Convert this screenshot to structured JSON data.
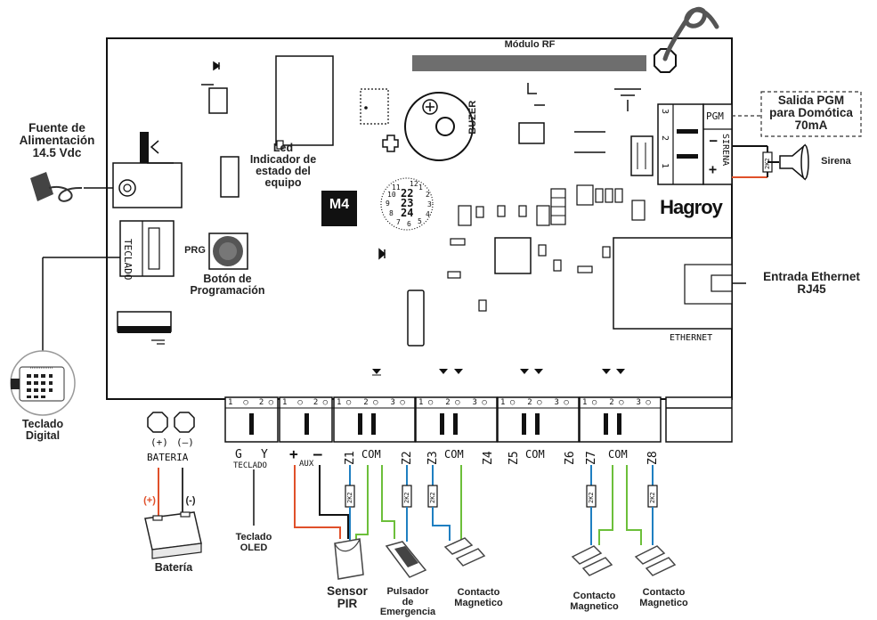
{
  "labels": {
    "modulo_rf": "Módulo RF",
    "buzer": "BUZER",
    "m4": "M4",
    "brand": "Hagroy",
    "prg": "PRG",
    "teclado_board": "TECLADO",
    "ethernet": "ETHERNET",
    "pgm": "PGM",
    "sirena_board": "SIRENA",
    "led_lines": [
      "Led",
      "Indicador de",
      "estado del",
      "equipo"
    ],
    "boton_lines": [
      "Botón de",
      "Programación"
    ],
    "fuente_lines": [
      "Fuente de",
      "Alimentación",
      "14.5 Vdc"
    ],
    "salida_pgm_lines": [
      "Salida PGM",
      "para Domótica",
      "70mA"
    ],
    "sirena": "Sirena",
    "entrada_eth_lines": [
      "Entrada Ethernet",
      "RJ45"
    ],
    "teclado_digital_lines": [
      "Teclado",
      "Digital"
    ],
    "bateria": "Batería",
    "teclado_oled_lines": [
      "Teclado",
      "OLED"
    ],
    "sensor_pir_lines": [
      "Sensor",
      "PIR"
    ],
    "pulsador_lines": [
      "Pulsador",
      "de",
      "Emergencia"
    ],
    "contacto_lines": [
      "Contacto",
      "Magnetico"
    ],
    "bat_plus": "(+)",
    "bat_minus": "(–)",
    "bateria_board": "BATERIA",
    "wire_plus": "(+)",
    "wire_minus": "(-)",
    "resistor": "2K2",
    "pgm_terminals": [
      "3",
      "2",
      "1"
    ],
    "teclado_bottom": "TECLADO",
    "aux": "AUX",
    "term_labels": [
      "G",
      "Y",
      "+",
      "–",
      "Z1",
      "COM",
      "Z2",
      "Z3",
      "COM",
      "Z4",
      "Z5",
      "COM",
      "Z6",
      "Z7",
      "COM",
      "Z8"
    ],
    "block_numbers": [
      "1",
      "2",
      "3"
    ],
    "chip_numbers": [
      "11",
      "12",
      "10",
      "22",
      "9",
      "23",
      "8",
      "24",
      "7",
      "6",
      "5",
      "4",
      "3",
      "2",
      "1"
    ]
  },
  "colors": {
    "red": "#e0502a",
    "blue": "#1f7fc1",
    "green": "#6cbf3a",
    "black": "#111111",
    "board": "#ffffff",
    "rf_bar": "#6e6e6e",
    "bat_red": "#e0502a"
  }
}
